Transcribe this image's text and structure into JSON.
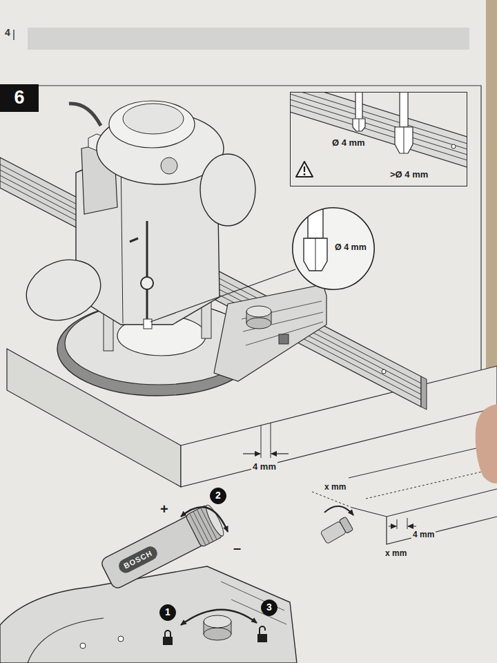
{
  "diagram": {
    "nodes": [
      {
        "text": [
          "6"
        ]
      },
      {
        "text": [
          "Ø 4 mm",
          ">Ø 4 mm"
        ]
      },
      {
        "text": [
          "Ø 4 mm"
        ]
      },
      {
        "text": [
          "2"
        ]
      },
      {
        "text": [
          "1"
        ]
      },
      {
        "text": [
          "3"
        ]
      }
    ],
    "labels": [
      "4",
      "4 mm",
      "x mm",
      "4 mm",
      "x mm",
      "+",
      "–",
      "BOSCH"
    ]
  }
}
